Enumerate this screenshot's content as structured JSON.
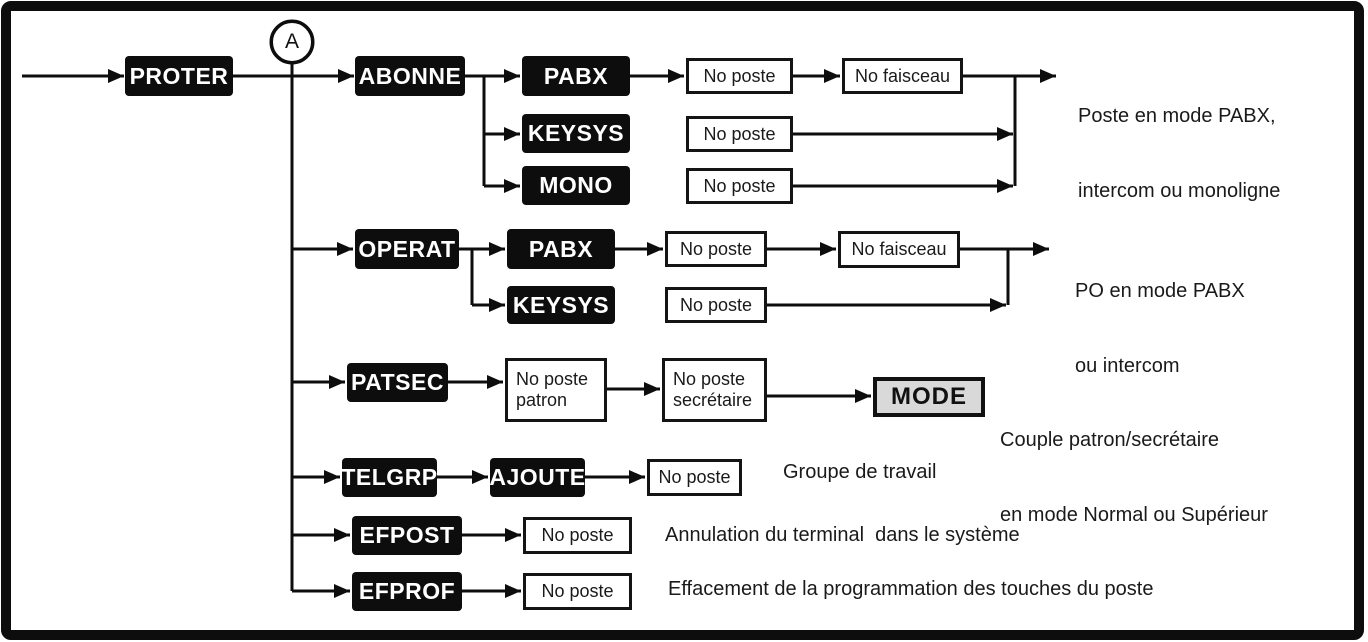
{
  "colors": {
    "ink": "#0d0d0d",
    "paper": "#ffffff",
    "mode_fill": "#d9d9d9"
  },
  "entry": {
    "ref_label": "A",
    "root_command": "PROTER"
  },
  "sections": {
    "abonne": {
      "command": "ABONNE",
      "pabx": {
        "label": "PABX",
        "no_poste": "No poste",
        "no_faisceau": "No faisceau"
      },
      "keysys": {
        "label": "KEYSYS",
        "no_poste": "No poste"
      },
      "mono": {
        "label": "MONO",
        "no_poste": "No poste"
      },
      "desc1": "Poste en mode PABX,",
      "desc2": "intercom ou monoligne"
    },
    "operat": {
      "command": "OPERAT",
      "pabx": {
        "label": "PABX",
        "no_poste": "No poste",
        "no_faisceau": "No faisceau"
      },
      "keysys": {
        "label": "KEYSYS",
        "no_poste": "No poste"
      },
      "desc1": "PO en mode PABX",
      "desc2": "ou intercom"
    },
    "patsec": {
      "command": "PATSEC",
      "patron_line1": "No poste",
      "patron_line2": "patron",
      "secretaire_line1": "No poste",
      "secretaire_line2": "secrétaire",
      "mode_label": "MODE",
      "desc1": "Couple patron/secrétaire",
      "desc2": "en mode Normal ou Supérieur"
    },
    "telgrp": {
      "command": "TELGRP",
      "ajoute": "AJOUTE",
      "no_poste": "No poste",
      "desc": "Groupe de travail"
    },
    "efpost": {
      "command": "EFPOST",
      "no_poste": "No poste",
      "desc": "Annulation du terminal  dans le système"
    },
    "efprof": {
      "command": "EFPROF",
      "no_poste": "No poste",
      "desc": "Effacement de la programmation des touches du poste"
    }
  }
}
